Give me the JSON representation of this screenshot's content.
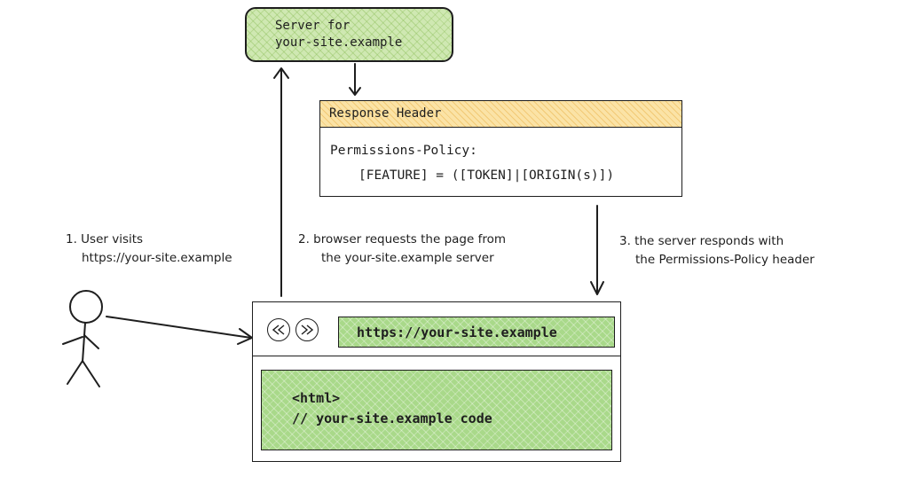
{
  "server": {
    "line1": "Server for",
    "line2": "your-site.example"
  },
  "response_header": {
    "title": "Response Header",
    "line1": "Permissions-Policy:",
    "line2": "[FEATURE] = ([TOKEN]|[ORIGIN(s)])"
  },
  "steps": [
    {
      "line1": "1. User visits",
      "line2": "https://your-site.example"
    },
    {
      "line1": "2. browser requests the page from",
      "line2": "the your-site.example server"
    },
    {
      "line1": "3. the server responds with",
      "line2": "the Permissions-Policy header"
    }
  ],
  "browser": {
    "url": "https://your-site.example",
    "back_icon": "rewind-icon",
    "forward_icon": "fast-forward-icon",
    "content_line1": "<html>",
    "content_line2": "// your-site.example code"
  },
  "colors": {
    "server_fill": "#cfe8b2",
    "browser_fill": "#a9d98a",
    "header_fill": "#fbe3a6",
    "stroke": "#1e1e1e"
  }
}
